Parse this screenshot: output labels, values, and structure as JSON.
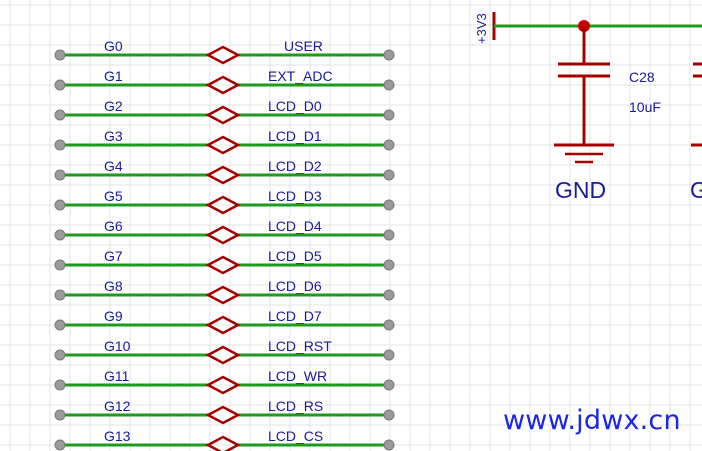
{
  "colors": {
    "background": "#ffffff",
    "grid": "#e3e3e3",
    "wire": "#1e9a1e",
    "net_flag": "#a50000",
    "pin_dot": "#9a9a9a",
    "text": "#1a1a9a",
    "watermark": "#1c25e6"
  },
  "connections": [
    {
      "left": "G0",
      "right": "USER"
    },
    {
      "left": "G1",
      "right": "EXT_ADC"
    },
    {
      "left": "G2",
      "right": "LCD_D0"
    },
    {
      "left": "G3",
      "right": "LCD_D1"
    },
    {
      "left": "G4",
      "right": "LCD_D2"
    },
    {
      "left": "G5",
      "right": "LCD_D3"
    },
    {
      "left": "G6",
      "right": "LCD_D4"
    },
    {
      "left": "G7",
      "right": "LCD_D5"
    },
    {
      "left": "G8",
      "right": "LCD_D6"
    },
    {
      "left": "G9",
      "right": "LCD_D7"
    },
    {
      "left": "G10",
      "right": "LCD_RST"
    },
    {
      "left": "G11",
      "right": "LCD_WR"
    },
    {
      "left": "G12",
      "right": "LCD_RS"
    },
    {
      "left": "G13",
      "right": "LCD_CS"
    }
  ],
  "power": {
    "net_label": "+3V3",
    "capacitor_ref": "C28",
    "capacitor_value": "10uF",
    "ground_label": "GND",
    "partial_ground_label": "G"
  },
  "watermark": "www.jdwx.cn"
}
